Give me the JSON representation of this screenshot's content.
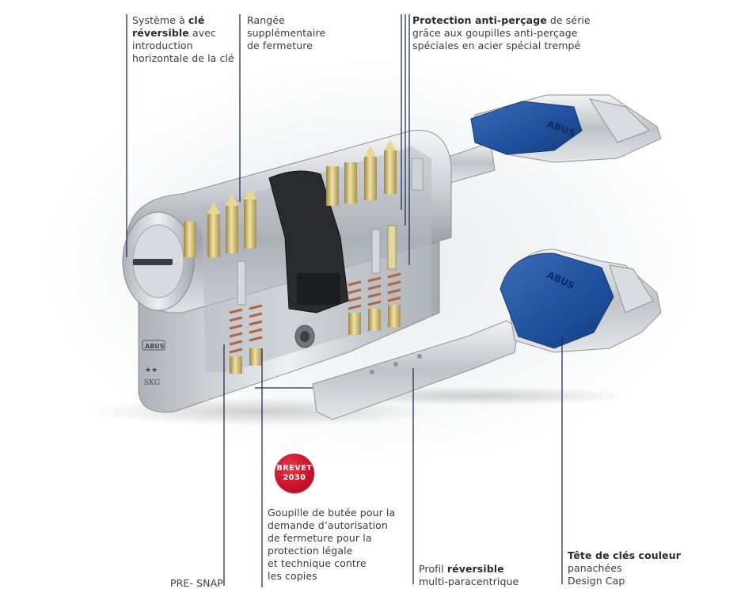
{
  "labels": {
    "reversible_key_system": {
      "line1_pre": "Système à ",
      "line1_bold": "clé",
      "line2_bold": "réversible",
      "line2_post": " avec",
      "line3": "introduction",
      "line4": "horizontale de la clé"
    },
    "extra_row": {
      "line1": "Rangée",
      "line2": "supplémentaire",
      "line3": "de fermeture"
    },
    "anti_drill": {
      "line1_bold": "Protection anti-perçage",
      "line1_post": " de série",
      "line2": "grâce aux goupilles anti-perçage",
      "line3": "spéciales en acier spécial trempé"
    },
    "pre_snap": "PRE- SNAP",
    "stop_pin": {
      "line1": "Goupille de butée pour la",
      "line2": "demande d’autorisation",
      "line3": "de fermeture pour la",
      "line4": "protection légale",
      "line5": "et technique contre",
      "line6": "les copies"
    },
    "profile": {
      "line1_pre": "Profil ",
      "line1_bold": "réversible",
      "line2": "multi-paracentrique"
    },
    "key_head": {
      "line1_bold": "Tête de clés couleur",
      "line2": "panachées",
      "line3": "Design Cap"
    }
  },
  "badge": {
    "line1": "BREVET",
    "line2": "2030"
  },
  "product_marks": {
    "brand": "ABUS",
    "cert": "SKG"
  },
  "colors": {
    "leader_line": "#1f2f5c",
    "key_cap": "#1e4f9c",
    "badge": "#c8102e",
    "brass": "#d8c27a",
    "chrome": "#c9ccd1"
  }
}
